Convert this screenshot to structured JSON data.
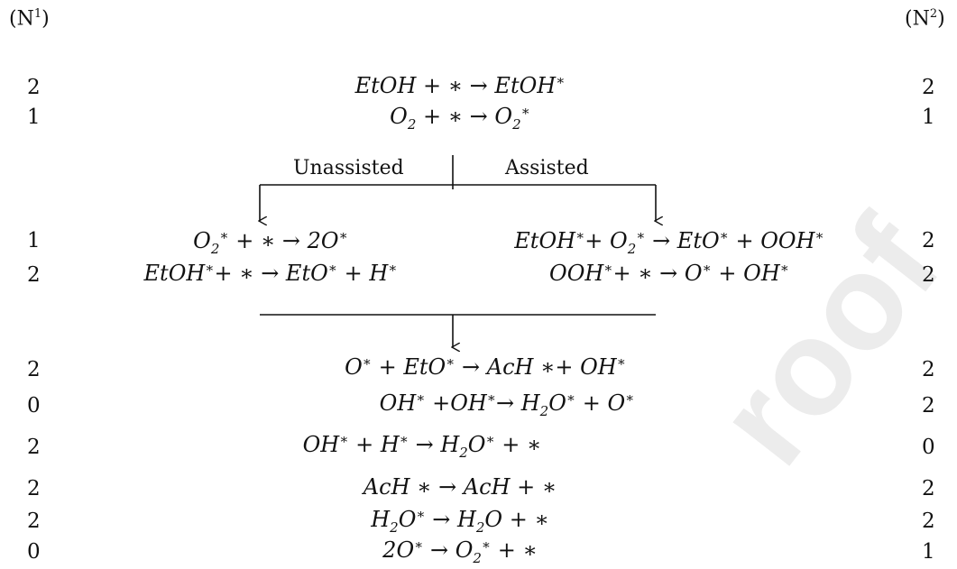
{
  "headers": {
    "n1_prefix": "(N",
    "n1_sup": "1",
    "n1_suffix": ")",
    "n2_prefix": "(N",
    "n2_sup": "2",
    "n2_suffix": ")"
  },
  "branches": {
    "left": "Unassisted",
    "right": "Assisted"
  },
  "watermark": "roof",
  "n1": [
    "2",
    "1",
    "1",
    "2",
    "2",
    "0",
    "2",
    "2",
    "2",
    "0"
  ],
  "n2": [
    "2",
    "1",
    "2",
    "2",
    "2",
    "2",
    "0",
    "2",
    "2",
    "1"
  ]
}
